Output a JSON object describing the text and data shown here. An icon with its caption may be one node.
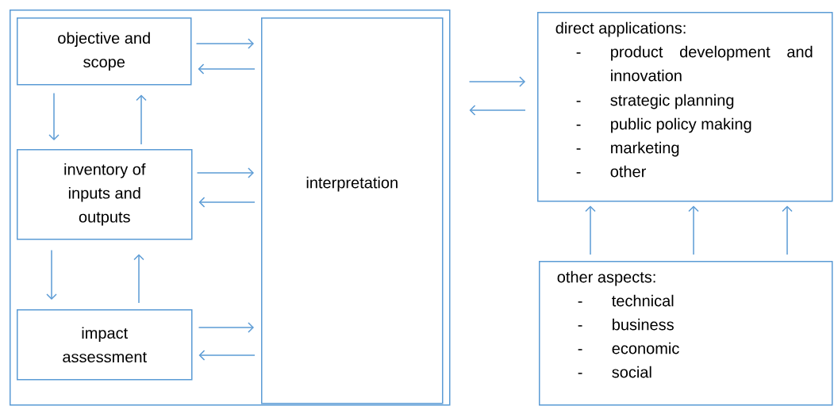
{
  "diagram": {
    "nodes": [
      {
        "text": [],
        "shape": "box"
      },
      {
        "text": [
          "objective and scope"
        ],
        "in": 0
      },
      {
        "text": [
          "inventory of inputs and outputs"
        ],
        "in": 0
      },
      {
        "text": [
          "impact assessment"
        ],
        "in": 0
      },
      {
        "text": [
          "interpretation"
        ],
        "in": 0
      },
      {
        "text": [
          "direct applications:",
          "-",
          "product development and innovation",
          "-",
          "strategic planning",
          "-",
          "public policy making",
          "-",
          "marketing",
          "-",
          "other"
        ]
      },
      {
        "text": [
          "other aspects:",
          "-",
          "technical",
          "-",
          "business",
          "-",
          "economic",
          "-",
          "social"
        ]
      }
    ],
    "edges": [
      {
        "from": 1,
        "to": 4,
        "arrow": "to"
      },
      {
        "from": 4,
        "to": 1,
        "arrow": "to"
      },
      {
        "from": 2,
        "to": 4,
        "arrow": "to"
      },
      {
        "from": 4,
        "to": 2,
        "arrow": "to"
      },
      {
        "from": 3,
        "to": 4,
        "arrow": "to"
      },
      {
        "from": 4,
        "to": 3,
        "arrow": "to"
      },
      {
        "from": 1,
        "to": 2,
        "arrow": "to"
      },
      {
        "from": 2,
        "to": 1,
        "arrow": "to"
      },
      {
        "from": 2,
        "to": 3,
        "arrow": "to"
      },
      {
        "from": 3,
        "to": 2,
        "arrow": "to"
      },
      {
        "from": 0,
        "to": 5,
        "arrow": "to"
      },
      {
        "from": 5,
        "to": 0,
        "arrow": "to"
      },
      {
        "from": 6,
        "to": 5,
        "arrow": "to"
      },
      {
        "from": 6,
        "to": 5,
        "arrow": "to"
      },
      {
        "from": 6,
        "to": 5,
        "arrow": "to"
      }
    ]
  }
}
